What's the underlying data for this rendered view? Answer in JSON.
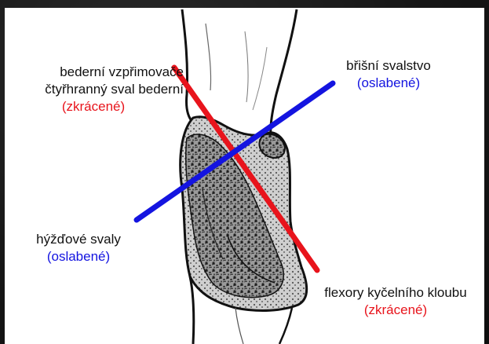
{
  "colors": {
    "shortened": "#e8141c",
    "weakened": "#1414e0",
    "frame": "#141414",
    "paper": "#ffffff"
  },
  "labels": {
    "erector": {
      "line1": "bederní vzpřimovače",
      "line2": "čtyřhranný sval bederní",
      "status": "(zkrácené)"
    },
    "abdominal": {
      "line1": "břišní svalstvo",
      "status": "(oslabené)"
    },
    "gluteal": {
      "line1": "hýžďové svaly",
      "status": "(oslabené)"
    },
    "hip_flexors": {
      "line1": "flexory kyčelního kloubu",
      "status": "(zkrácené)"
    }
  }
}
